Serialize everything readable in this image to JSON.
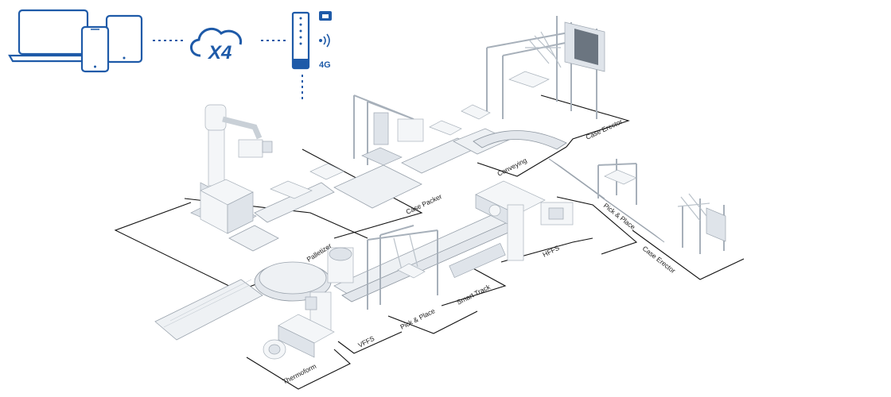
{
  "connectivity": {
    "cloud_logo_text": "X4",
    "router_signal": "4G"
  },
  "stations": {
    "palletizer": "Palletizer",
    "case_packer": "Case Packer",
    "conveying": "Conveying",
    "case_erector_top": "Case Erector",
    "pick_place_right": "Pick & Place",
    "case_erector_right": "Case Erector",
    "hffs": "HFFS",
    "smart_track": "Smart Track",
    "pick_place_center": "Pick & Place",
    "vffs": "VFFS",
    "thermoform": "Thermoform"
  },
  "colors": {
    "brand_blue": "#1e5aa8",
    "zone_line": "#111111",
    "machine_grey": "#a7b0ba"
  }
}
